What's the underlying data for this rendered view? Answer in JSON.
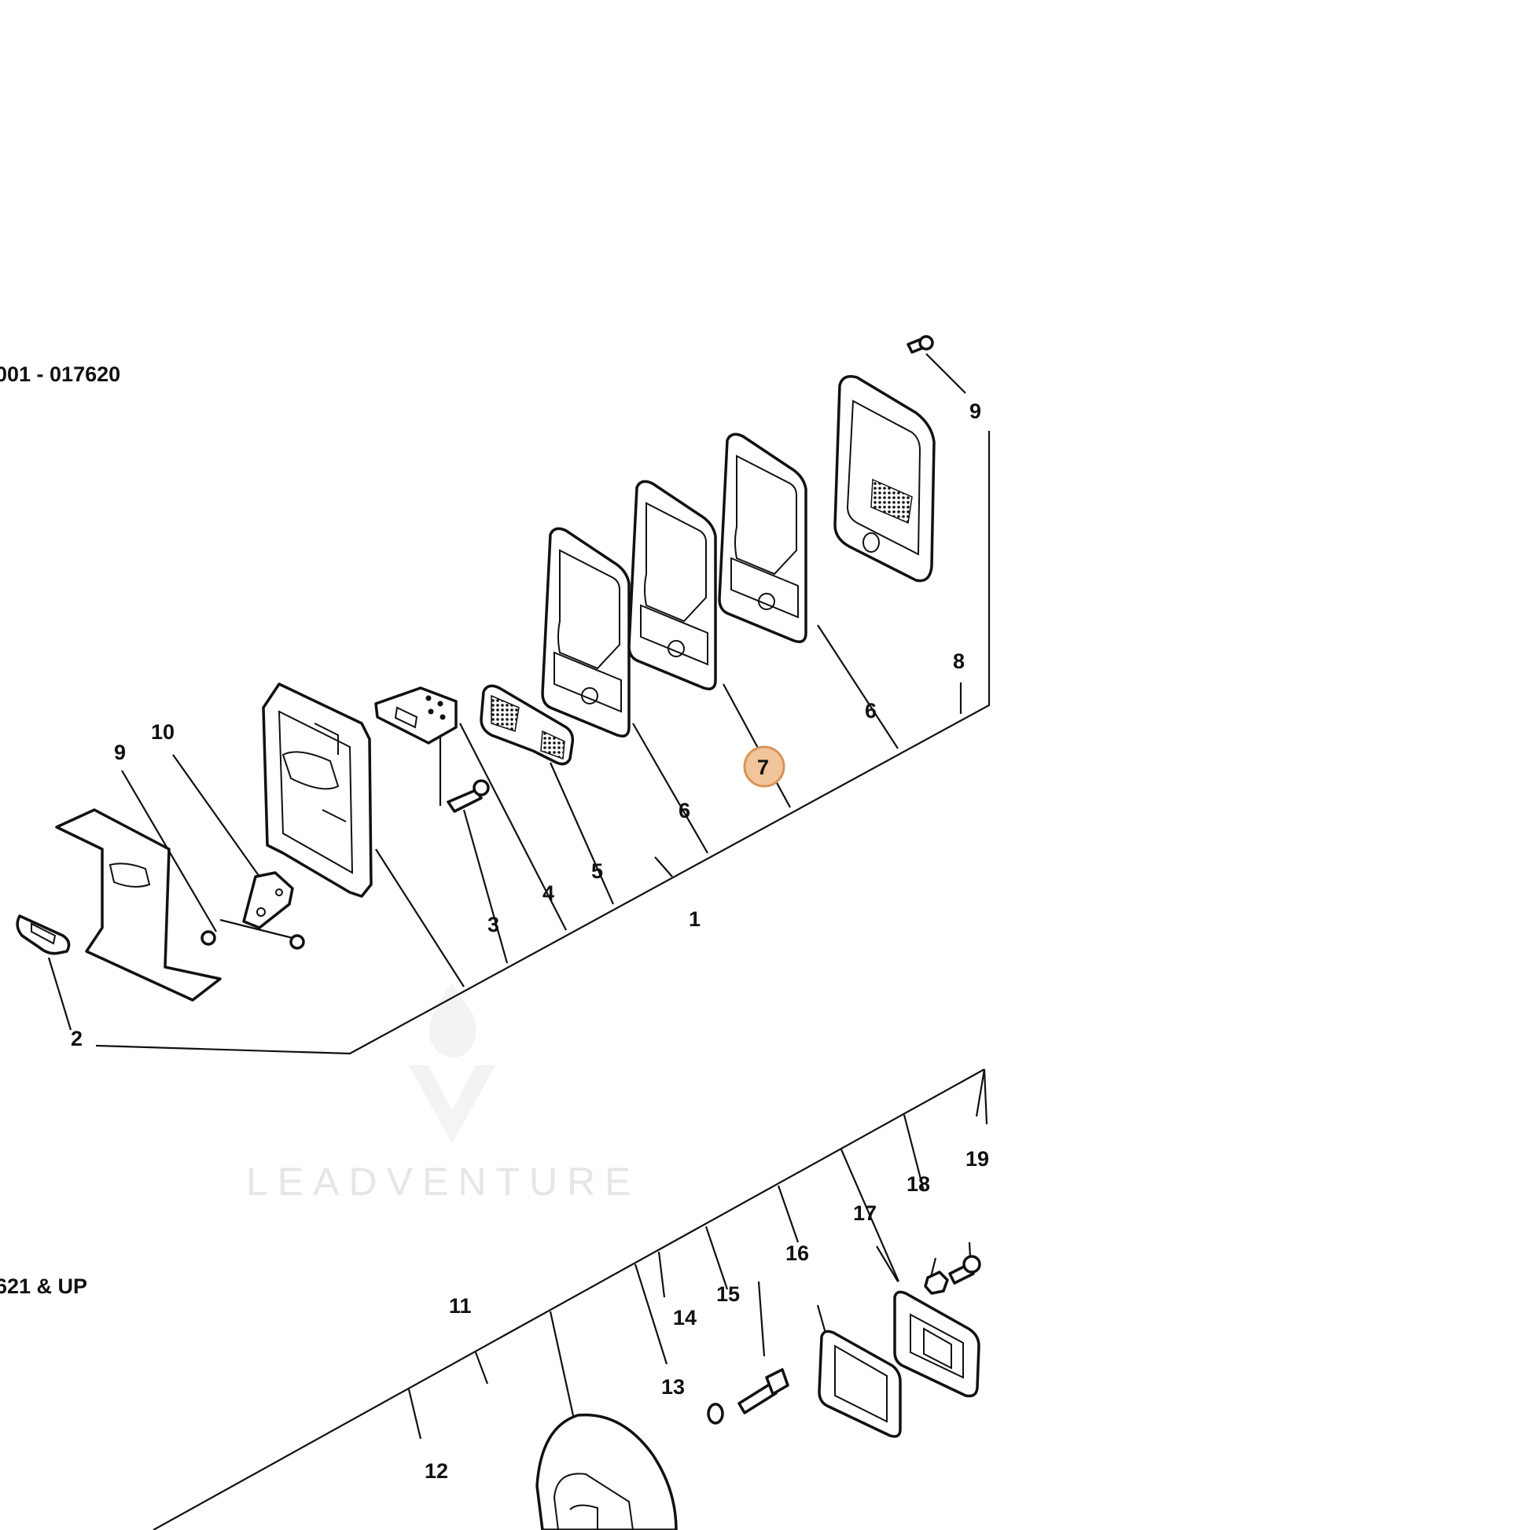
{
  "serial_ranges": {
    "upper": "001 - 017620",
    "lower": "621 & UP"
  },
  "watermark": {
    "text": "LEADVENTURE"
  },
  "callouts": {
    "p1": "1",
    "p2": "2",
    "p3": "3",
    "p4": "4",
    "p5": "5",
    "p6a": "6",
    "p6b": "6",
    "p7": "7",
    "p8": "8",
    "p9a": "9",
    "p9b": "9",
    "p10": "10",
    "p11": "11",
    "p12": "12",
    "p13": "13",
    "p14": "14",
    "p15": "15",
    "p16": "16",
    "p17": "17",
    "p18": "18",
    "p19": "19"
  },
  "highlight": {
    "label": "7",
    "fill": "#f2c49a",
    "stroke": "#d99358"
  }
}
